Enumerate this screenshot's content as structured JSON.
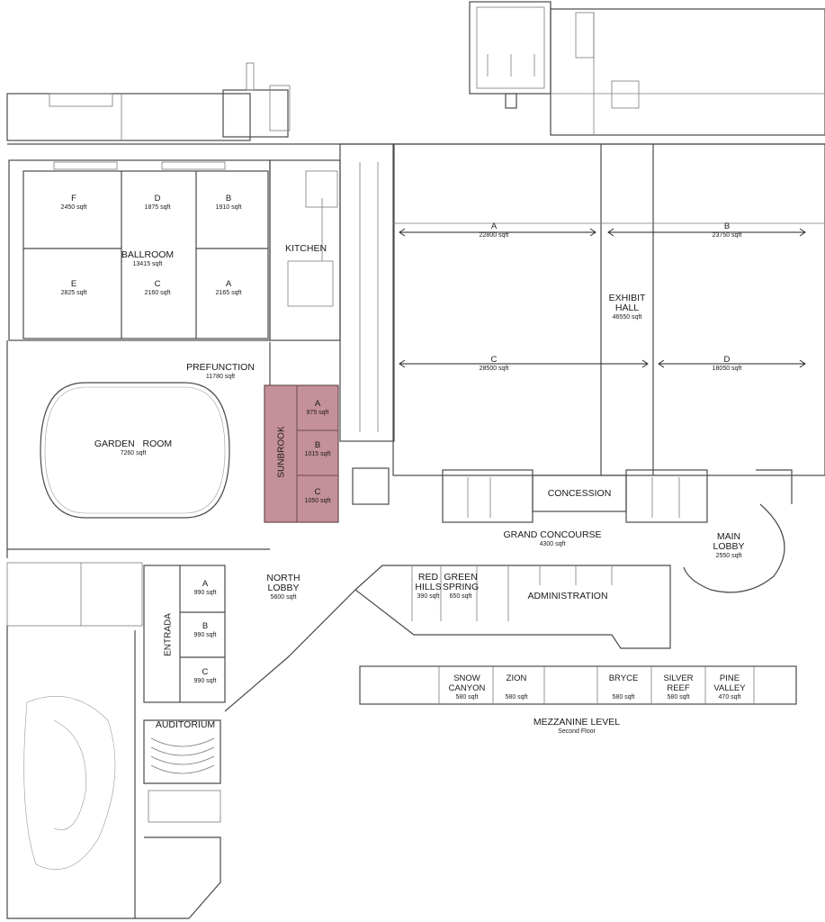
{
  "colors": {
    "highlight": "#c4909a",
    "wall": "#4a4a4a",
    "background": "#ffffff"
  },
  "rooms": {
    "ballroom_f": {
      "name": "F",
      "area": "2450 sqft"
    },
    "ballroom_d": {
      "name": "D",
      "area": "1875 sqft"
    },
    "ballroom_b": {
      "name": "B",
      "area": "1910 sqft"
    },
    "ballroom": {
      "name": "BALLROOM",
      "area": "13415 sqft"
    },
    "ballroom_e": {
      "name": "E",
      "area": "2825 sqft"
    },
    "ballroom_c": {
      "name": "C",
      "area": "2160 sqft"
    },
    "ballroom_a": {
      "name": "A",
      "area": "2165 sqft"
    },
    "kitchen": {
      "name": "KITCHEN"
    },
    "prefunction": {
      "name": "PREFUNCTION",
      "area": "11780 sqft"
    },
    "garden_room": {
      "name": "GARDEN   ROOM",
      "area": "7260 sqft"
    },
    "sunbrook": {
      "name": "SUNBROOK"
    },
    "sunbrook_a": {
      "name": "A",
      "area": "975 sqft"
    },
    "sunbrook_b": {
      "name": "B",
      "area": "1015 sqft"
    },
    "sunbrook_c": {
      "name": "C",
      "area": "1050 sqft"
    },
    "exhibit_a": {
      "name": "A",
      "area": "22800 sqft"
    },
    "exhibit_b": {
      "name": "B",
      "area": "23750 sqft"
    },
    "exhibit_hall": {
      "name1": "EXHIBIT",
      "name2": "HALL",
      "area": "46550 sqft"
    },
    "exhibit_c": {
      "name": "C",
      "area": "28500 sqft"
    },
    "exhibit_d": {
      "name": "D",
      "area": "18050 sqft"
    },
    "concession": {
      "name": "CONCESSION"
    },
    "grand_concourse": {
      "name": "GRAND CONCOURSE",
      "area": "4300 sqft"
    },
    "main_lobby": {
      "name1": "MAIN",
      "name2": "LOBBY",
      "area": "2550 sqft"
    },
    "north_lobby": {
      "name1": "NORTH",
      "name2": "LOBBY",
      "area": "5600 sqft"
    },
    "entrada": {
      "name": "ENTRADA"
    },
    "entrada_a": {
      "name": "A",
      "area": "990 sqft"
    },
    "entrada_b": {
      "name": "B",
      "area": "990 sqft"
    },
    "entrada_c": {
      "name": "C",
      "area": "990 sqft"
    },
    "red_hills": {
      "name1": "RED",
      "name2": "HILLS",
      "area": "390 sqft"
    },
    "green_spring": {
      "name1": "GREEN",
      "name2": "SPRING",
      "area": "650 sqft"
    },
    "administration": {
      "name": "ADMINISTRATION"
    },
    "auditorium": {
      "name": "AUDITORIUM"
    },
    "snow_canyon": {
      "name1": "SNOW",
      "name2": "CANYON",
      "area": "580 sqft"
    },
    "zion": {
      "name": "ZION",
      "area": "580 sqft"
    },
    "bryce": {
      "name": "BRYCE",
      "area": "580 sqft"
    },
    "silver_reef": {
      "name1": "SILVER",
      "name2": "REEF",
      "area": "580 sqft"
    },
    "pine_valley": {
      "name1": "PINE",
      "name2": "VALLEY",
      "area": "470 sqft"
    }
  },
  "mezzanine": {
    "title": "MEZZANINE LEVEL",
    "subtitle": "Second Floor"
  }
}
